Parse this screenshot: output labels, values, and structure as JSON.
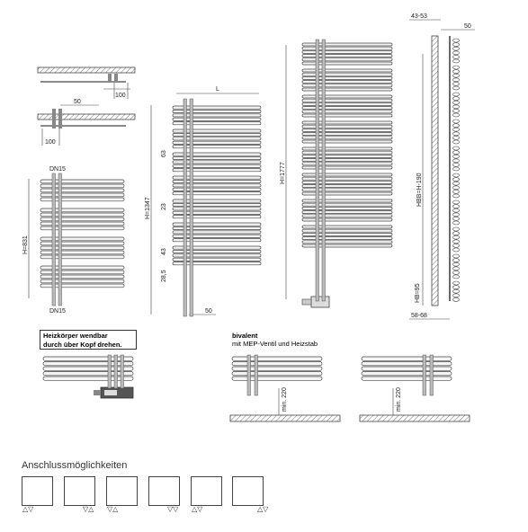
{
  "dimensions": {
    "top_right_gap": "43-53",
    "top_right_depth": "50",
    "wall_100_a": "100",
    "wall_50": "50",
    "wall_100_b": "100",
    "dn15_top": "DN15",
    "dn15_bottom": "DN15",
    "h831": "H=831",
    "length_L": "L",
    "h1347": "H=1347",
    "d63": "63",
    "d23": "23",
    "d43": "43",
    "d28_5": "28,5",
    "bottom_50": "50",
    "h1777": "H=1777",
    "hbb": "HBB=H-190",
    "hb95": "HB=95",
    "bottom_depth": "58-68",
    "min220_a": "min. 220",
    "min220_b": "min. 220"
  },
  "notes": {
    "turnable_line1": "Heizkörper wendbar",
    "turnable_line2": "durch über Kopf drehen.",
    "bivalent_title": "bivalent",
    "bivalent_sub": "mit MEP-Ventil und Heizstab"
  },
  "connections": {
    "title": "Anschlussmöglichkeiten",
    "options": [
      {
        "symbol": "△▽"
      },
      {
        "symbol": "▽△"
      },
      {
        "symbol": "▽△"
      },
      {
        "symbol": "▽▽"
      },
      {
        "symbol": "△▽"
      },
      {
        "symbol": "△▽"
      }
    ]
  },
  "colors": {
    "line": "#444444",
    "tube": "#cfcfcf",
    "wall_hatch": "#777777"
  }
}
